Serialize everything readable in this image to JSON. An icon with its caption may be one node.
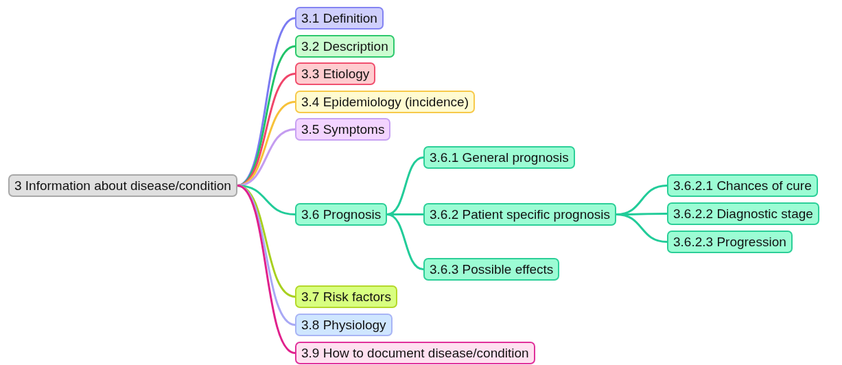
{
  "diagram": {
    "nodes": [
      {
        "text": [
          "3 Information about disease/condition"
        ]
      },
      {
        "text": [
          "3.1 Definition"
        ]
      },
      {
        "text": [
          "3.2 Description"
        ]
      },
      {
        "text": [
          "3.3 Etiology"
        ]
      },
      {
        "text": [
          "3.4 Epidemiology (incidence)"
        ]
      },
      {
        "text": [
          "3.5 Symptoms"
        ]
      },
      {
        "text": [
          "3.6 Prognosis"
        ]
      },
      {
        "text": [
          "3.6.1 General prognosis"
        ]
      },
      {
        "text": [
          "3.6.2 Patient specific prognosis"
        ]
      },
      {
        "text": [
          "3.6.2.1 Chances of cure"
        ]
      },
      {
        "text": [
          "3.6.2.2 Diagnostic stage"
        ]
      },
      {
        "text": [
          "3.6.2.3 Progression"
        ]
      },
      {
        "text": [
          "3.6.3 Possible effects"
        ]
      },
      {
        "text": [
          "3.7 Risk factors"
        ]
      },
      {
        "text": [
          "3.8 Physiology"
        ]
      },
      {
        "text": [
          "3.9 How to document disease/condition"
        ]
      }
    ],
    "edges": [
      {
        "from": 0,
        "to": 1,
        "arrow": "none",
        "color": "#7b7bf2"
      },
      {
        "from": 0,
        "to": 2,
        "arrow": "none",
        "color": "#21c46a"
      },
      {
        "from": 0,
        "to": 3,
        "arrow": "none",
        "color": "#f0456a"
      },
      {
        "from": 0,
        "to": 4,
        "arrow": "none",
        "color": "#f7c23a"
      },
      {
        "from": 0,
        "to": 5,
        "arrow": "none",
        "color": "#c49cf0"
      },
      {
        "from": 0,
        "to": 6,
        "arrow": "none"
      },
      {
        "from": 6,
        "to": 7,
        "arrow": "none"
      },
      {
        "from": 6,
        "to": 8,
        "arrow": "none"
      },
      {
        "from": 8,
        "to": 9,
        "arrow": "none"
      },
      {
        "from": 8,
        "to": 10,
        "arrow": "none"
      },
      {
        "from": 8,
        "to": 11,
        "arrow": "none"
      },
      {
        "from": 6,
        "to": 12,
        "arrow": "none"
      },
      {
        "from": 0,
        "to": 13,
        "arrow": "none",
        "color": "#a8d020"
      },
      {
        "from": 0,
        "to": 14,
        "arrow": "none",
        "color": "#a8a8f5"
      },
      {
        "from": 0,
        "to": 15,
        "arrow": "none",
        "color": "#e0208c"
      }
    ]
  }
}
